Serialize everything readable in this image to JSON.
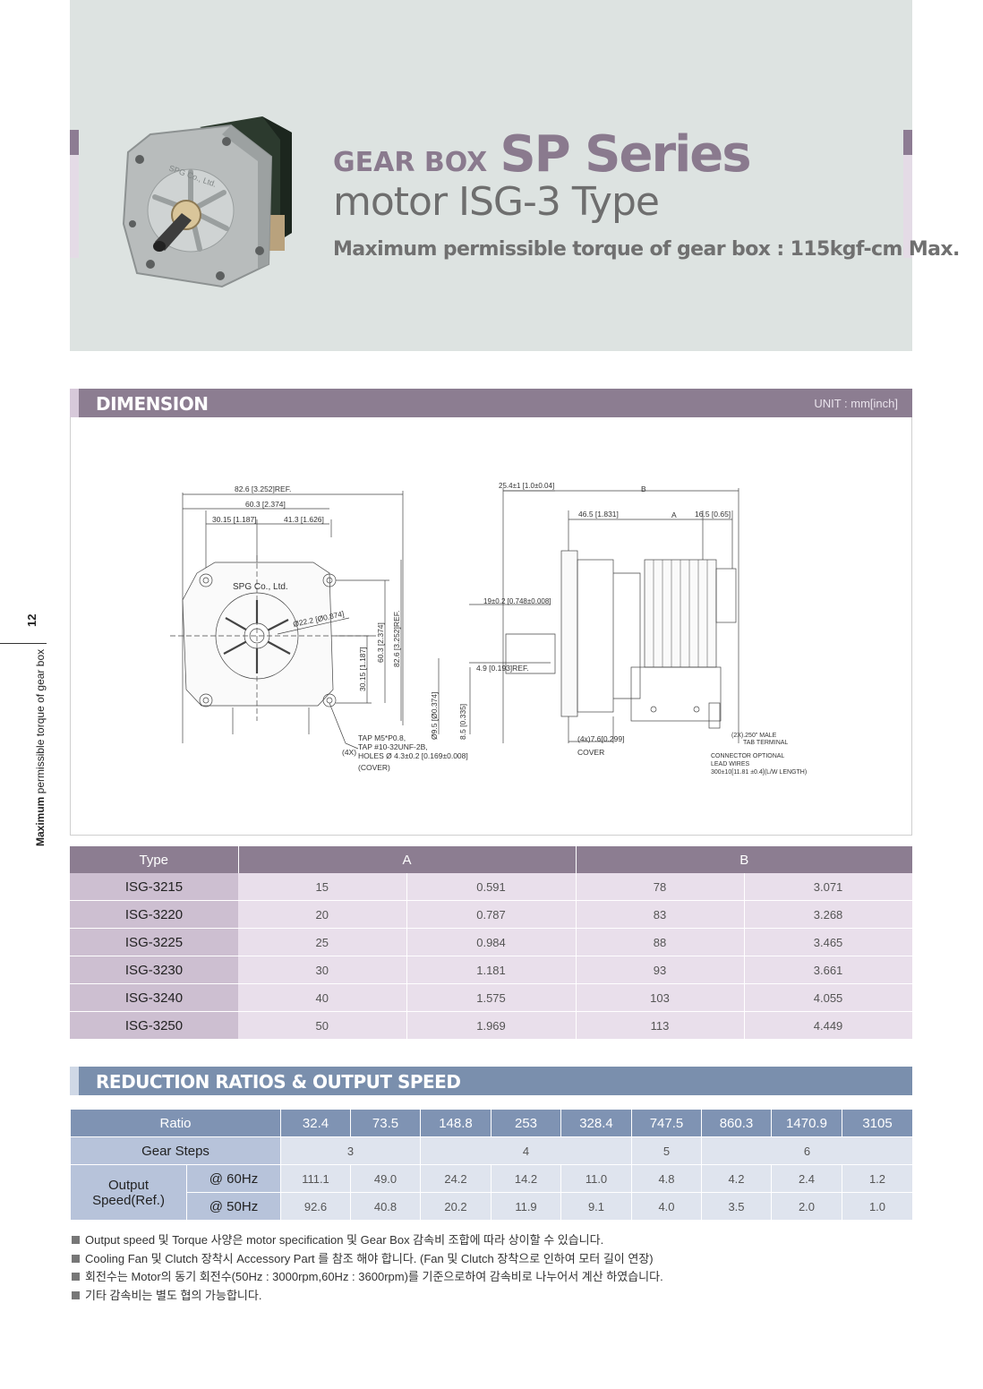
{
  "header": {
    "gear_box": "GEAR BOX",
    "series": "SP Series",
    "motor": "motor  ISG-3 Type",
    "torque": "Maximum permissible torque of gear box : 115kgf-cm Max."
  },
  "side": {
    "page_number": "12",
    "bold": "Maximum",
    "text": " permissible torque of gear box"
  },
  "dimension": {
    "title": "DIMENSION",
    "unit": "UNIT : mm[inch]",
    "drawing_labels": {
      "l1": "82.6 [3.252]REF.",
      "l2": "60.3 [2.374]",
      "l3": "30.15 [1.187]",
      "l4": "41.3 [1.626]",
      "l5": "SPG Co., Ltd.",
      "l6": "Ø22.2 [Ø0.874]",
      "l7": "30.15 [1.187]",
      "l8": "60.3 [2.374]",
      "l9": "82.6 [3.252]REF.",
      "l10": "TAP M5*P0.8,",
      "l11": "TAP #10-32UNF-2B,",
      "l12": "HOLES Ø 4.3±0.2 [0.169±0.008]",
      "l13": "(COVER)",
      "l14": "(4X)",
      "l15": "25.4±1 [1.0±0.04]",
      "l16": "B",
      "l17": "46.5 [1.831]",
      "l18": "A",
      "l19": "16.5 [0.65]",
      "l20": "19±0.2 [0.748±0.008]",
      "l21": "4.9 [0.193]REF.",
      "l22": "Ø9.5 [Ø0.374]",
      "l23": "8.5 [0.335]",
      "l24": "(4x)7.6[0.299]",
      "l25": "COVER",
      "l26": "(2X).250\" MALE",
      "l27": "TAB TERMINAL",
      "l28": "CONNECTOR OPTIONAL",
      "l29": "LEAD WIRES",
      "l30": "300±10[11.81 ±0.4](L/W LENGTH)"
    },
    "table": {
      "headers": [
        "Type",
        "A",
        "B"
      ],
      "rows": [
        {
          "type": "ISG-3215",
          "a_mm": "15",
          "a_in": "0.591",
          "b_mm": "78",
          "b_in": "3.071"
        },
        {
          "type": "ISG-3220",
          "a_mm": "20",
          "a_in": "0.787",
          "b_mm": "83",
          "b_in": "3.268"
        },
        {
          "type": "ISG-3225",
          "a_mm": "25",
          "a_in": "0.984",
          "b_mm": "88",
          "b_in": "3.465"
        },
        {
          "type": "ISG-3230",
          "a_mm": "30",
          "a_in": "1.181",
          "b_mm": "93",
          "b_in": "3.661"
        },
        {
          "type": "ISG-3240",
          "a_mm": "40",
          "a_in": "1.575",
          "b_mm": "103",
          "b_in": "4.055"
        },
        {
          "type": "ISG-3250",
          "a_mm": "50",
          "a_in": "1.969",
          "b_mm": "113",
          "b_in": "4.449"
        }
      ]
    }
  },
  "reduction": {
    "title": "REDUCTION RATIOS & OUTPUT SPEED",
    "ratio_label": "Ratio",
    "ratios": [
      "32.4",
      "73.5",
      "148.8",
      "253",
      "328.4",
      "747.5",
      "860.3",
      "1470.9",
      "3105"
    ],
    "gear_steps_label": "Gear Steps",
    "gear_steps": [
      "3",
      "4",
      "5",
      "6"
    ],
    "output_label_1": "Output",
    "output_label_2": "Speed(Ref.)",
    "hz60_label": "@ 60Hz",
    "hz50_label": "@ 50Hz",
    "speed_60": [
      "111.1",
      "49.0",
      "24.2",
      "14.2",
      "11.0",
      "4.8",
      "4.2",
      "2.4",
      "1.2"
    ],
    "speed_50": [
      "92.6",
      "40.8",
      "20.2",
      "11.9",
      "9.1",
      "4.0",
      "3.5",
      "2.0",
      "1.0"
    ]
  },
  "notes": [
    "Output speed 및 Torque 사양은 motor specification 및 Gear Box 감속비 조합에 따라 상이할 수 있습니다.",
    "Cooling Fan 및 Clutch 장착시 Accessory Part 를 참조 해야 합니다. (Fan 및 Clutch 장착으로 인하여 모터 길이 연장)",
    "회전수는 Motor의 동기 회전수(50Hz : 3000rpm,60Hz : 3600rpm)를 기준으로하여 감속비로 나누어서 계산 하였습니다.",
    "기타 감속비는 별도 협의 가능합니다."
  ],
  "colors": {
    "hero_bg": "#dde3e1",
    "dimension_bar": "#8c7d91",
    "reduction_bar": "#7a8fad"
  }
}
